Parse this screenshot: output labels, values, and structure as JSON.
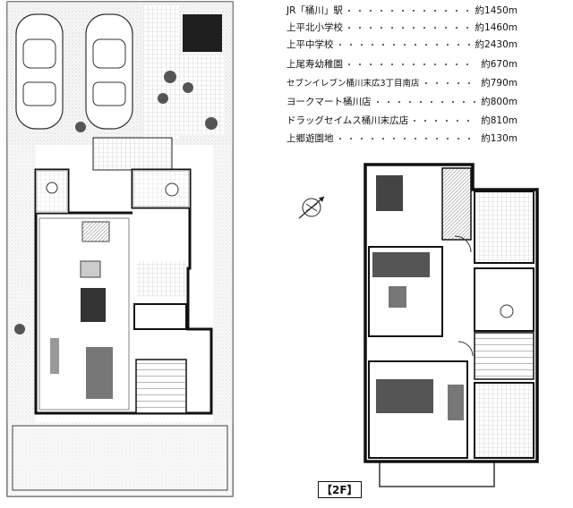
{
  "nearby": [
    {
      "name": "JR「桶川」駅",
      "distance": "約1450m"
    },
    {
      "name": "上平北小学校",
      "distance": "約1460m"
    },
    {
      "name": "上平中学校",
      "distance": "約2430m"
    },
    {
      "name": "上尾寿幼稚園",
      "distance": "約670m"
    },
    {
      "name": "セブンイレブン桶川末広3丁目南店",
      "distance": "約790m"
    },
    {
      "name": "ヨークマート桶川店",
      "distance": "約800m"
    },
    {
      "name": "ドラッグセイムス桶川末広店",
      "distance": "約810m"
    },
    {
      "name": "上郷遊園地",
      "distance": "約130m"
    }
  ],
  "floor2_label": "【2F】",
  "colors": {
    "wall": "#111111",
    "tile": "#d6d6d6",
    "dark": "#2a2a2a",
    "gravel": "#bdbdbd"
  }
}
